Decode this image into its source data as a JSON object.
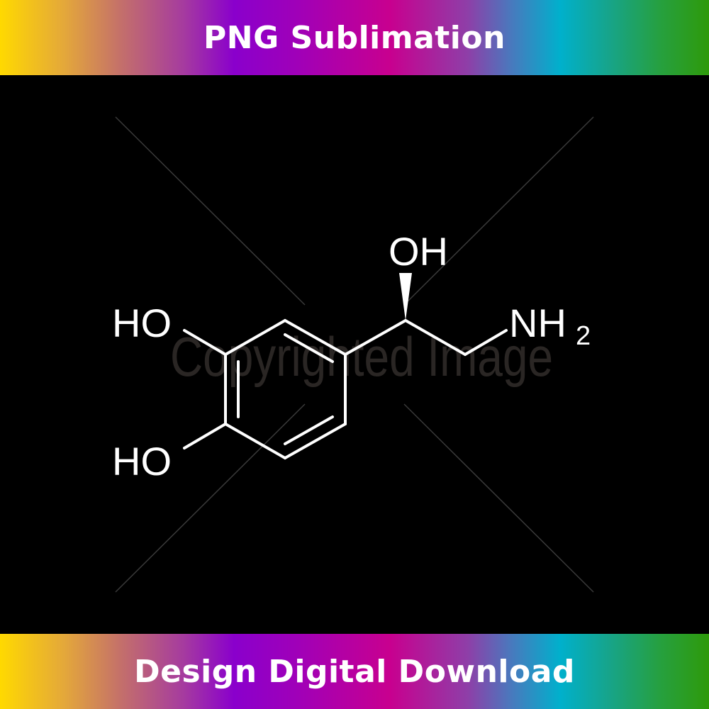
{
  "header": {
    "title": "PNG Sublimation"
  },
  "footer": {
    "title": "Design Digital Download"
  },
  "artwork": {
    "subject": "norepinephrine-molecule-structure",
    "labels": {
      "oh_top": "OH",
      "ho_upper": "HO",
      "ho_lower": "HO",
      "nh": "NH",
      "nh_sub": "2"
    },
    "watermark": "Copyrighted Image"
  },
  "colors": {
    "background": "#000000",
    "stroke": "#ffffff",
    "banner_text": "#ffffff"
  }
}
